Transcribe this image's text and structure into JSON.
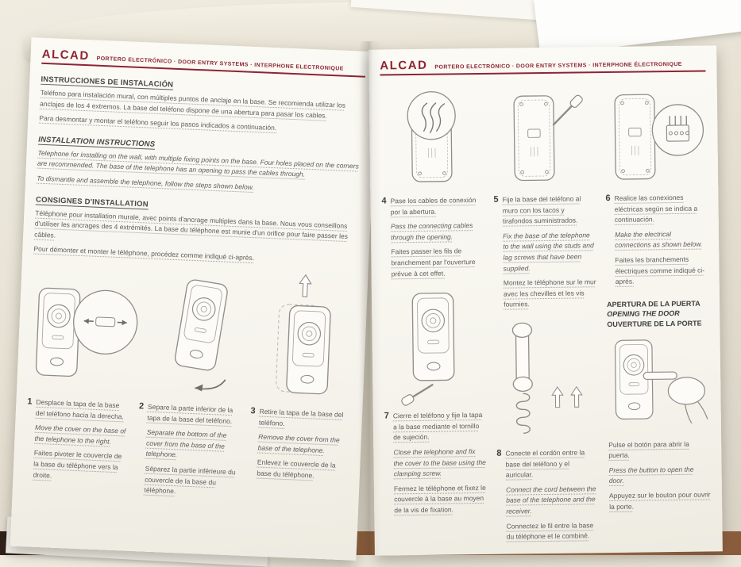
{
  "left": {
    "brand": "ALCAD",
    "tagline": "PORTERO ELECTRÓNICO · DOOR ENTRY SYSTEMS · INTERPHONE ELECTRONIQUE",
    "sections": [
      {
        "heading": "INSTRUCCIONES DE INSTALACIÓN",
        "p1": "Teléfono para instalación mural, con múltiples puntos de anclaje en la base. Se recomienda utilizar los anclajes de los 4 extremos. La base del teléfono dispone de una abertura para pasar los cables.",
        "p2": "Para desmontar y montar el teléfono seguir los pasos indicados a continuación."
      },
      {
        "heading": "INSTALLATION INSTRUCTIONS",
        "p1": "Telephone for installing on the wall, with multiple fixing points on the base. Four holes placed on the corners are recommended. The base of the telephone has an opening to pass the cables through.",
        "p2": "To dismantle and assemble the telephone, follow the steps shown below."
      },
      {
        "heading": "CONSIGNES D'INSTALLATION",
        "p1": "Téléphone pour installation murale, avec points d'ancrage multiples dans la base. Nous vous conseillons d'utiliser les ancrages des 4 extrémités. La base du téléphone est munie d'un orifice pour faire passer les câbles.",
        "p2": "Pour démonter et monter le téléphone, procédez comme indiqué ci-après."
      }
    ],
    "steps": [
      {
        "num": "1",
        "es": "Desplace la tapa de la base del teléfono hacia la derecha.",
        "en": "Move the cover on the base of the telephone to the right.",
        "fr": "Faites pivoter le couvercle de la base du téléphone vers la droite."
      },
      {
        "num": "2",
        "es": "Separe la parte inferior de la tapa de la base del teléfono.",
        "en": "Separate the bottom of the cover from the base of the telephone.",
        "fr": "Séparez la partie inférieure du couvercle de la base du téléphone."
      },
      {
        "num": "3",
        "es": "Retire la tapa de la base del teléfono.",
        "en": "Remove the cover from the base of the telephone.",
        "fr": "Enlevez le couvercle de la base du téléphone."
      }
    ]
  },
  "right": {
    "brand": "ALCAD",
    "tagline": "PORTERO ELECTRÓNICO · DOOR ENTRY SYSTEMS · INTERPHONE ÉLECTRONIQUE",
    "steps": [
      {
        "num": "4",
        "es": "Pase los cables de conexión por la abertura.",
        "en": "Pass the connecting cables through the opening.",
        "fr": "Faites passer les fils de branchement par l'ouverture prévue à cet effet."
      },
      {
        "num": "5",
        "es": "Fije la base del teléfono al muro con los tacos y tirafondos suministrados.",
        "en": "Fix the base of the telephone to the wall using the studs and lag screws that have been supplied.",
        "fr": "Montez le téléphone sur le mur avec les chevilles et les vis fournies."
      },
      {
        "num": "6",
        "es": "Realice las conexiones eléctricas según se indica a continuación.",
        "en": "Make the electrical connections as shown below.",
        "fr": "Faites les branchements électriques comme indiqué ci-après."
      },
      {
        "num": "7",
        "es": "Cierre el teléfono y fije la tapa a la base mediante el tornillo de sujeción.",
        "en": "Close the telephone and fix the cover to the base using the clamping screw.",
        "fr": "Fermez le téléphone et fixez le couvercle à la base au moyen de la vis de fixation."
      },
      {
        "num": "8",
        "es": "Conecte el cordón entre la base del teléfono y el auricular.",
        "en": "Connect the cord between the base of the telephone and the receiver.",
        "fr": "Connectez le fil entre la base du téléphone et le combiné."
      }
    ],
    "door": {
      "heading_es": "APERTURA DE LA PUERTA",
      "heading_en": "OPENING THE DOOR",
      "heading_fr": "OUVERTURE DE LA PORTE",
      "es": "Pulse el botón para abrir la puerta.",
      "en": "Press the button to open the door.",
      "fr": "Appuyez sur le bouton pour ouvrir la porte."
    }
  }
}
